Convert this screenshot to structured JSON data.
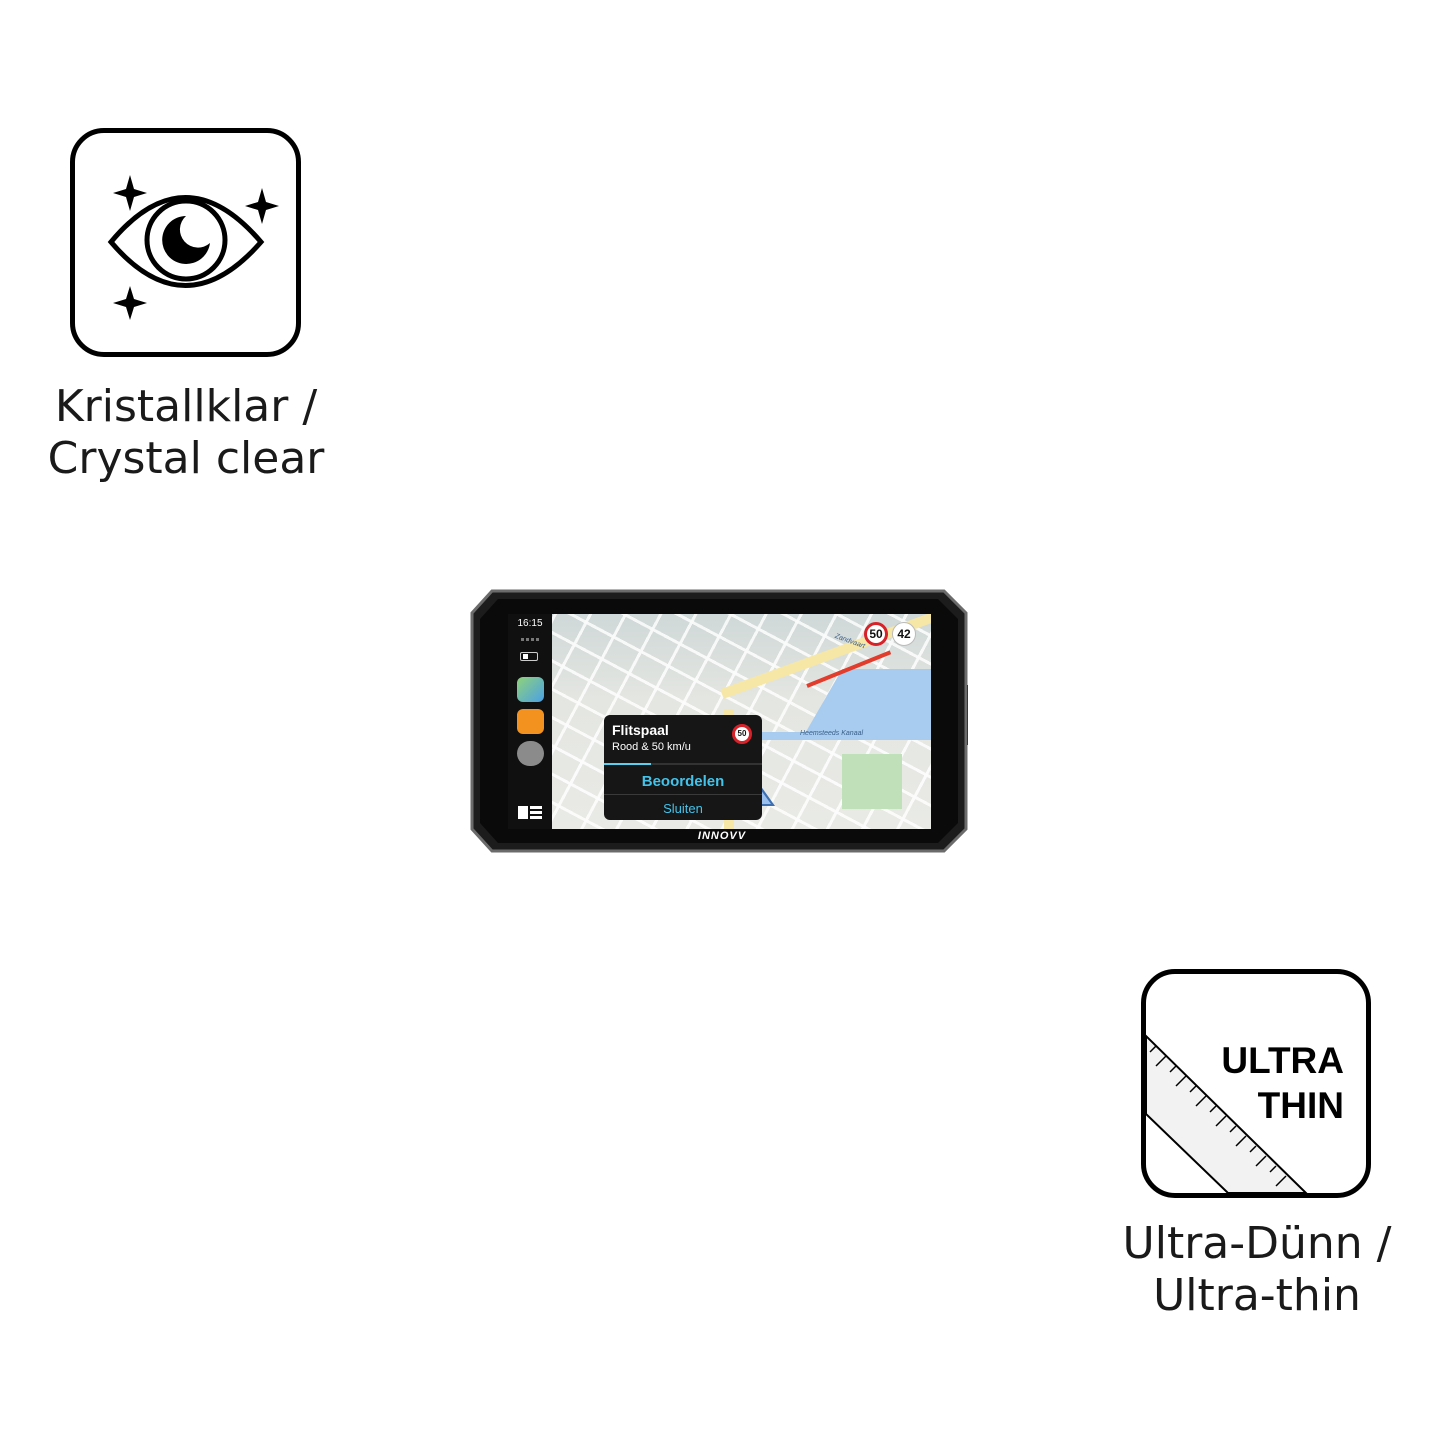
{
  "features": [
    {
      "icon": "eye-sparkle-icon",
      "line1": "Kristallklar /",
      "line2": "Crystal clear"
    },
    {
      "icon": "ultra-thin-ruler-icon",
      "badge_line1": "ULTRA",
      "badge_line2": "THIN",
      "line1": "Ultra-Dünn /",
      "line2": "Ultra-thin"
    }
  ],
  "device": {
    "brand": "INNOVV",
    "status_time": "16:15",
    "map": {
      "street_label": "Zandvaart",
      "canal_label": "Heemsteeds Kanaal",
      "speed_limit": "50",
      "current_speed": "42"
    },
    "alert": {
      "title": "Flitspaal",
      "subtitle": "Rood & 50 km/u",
      "badge": "50",
      "progress": 0.3,
      "review_label": "Beoordelen",
      "close_label": "Sluiten"
    }
  }
}
